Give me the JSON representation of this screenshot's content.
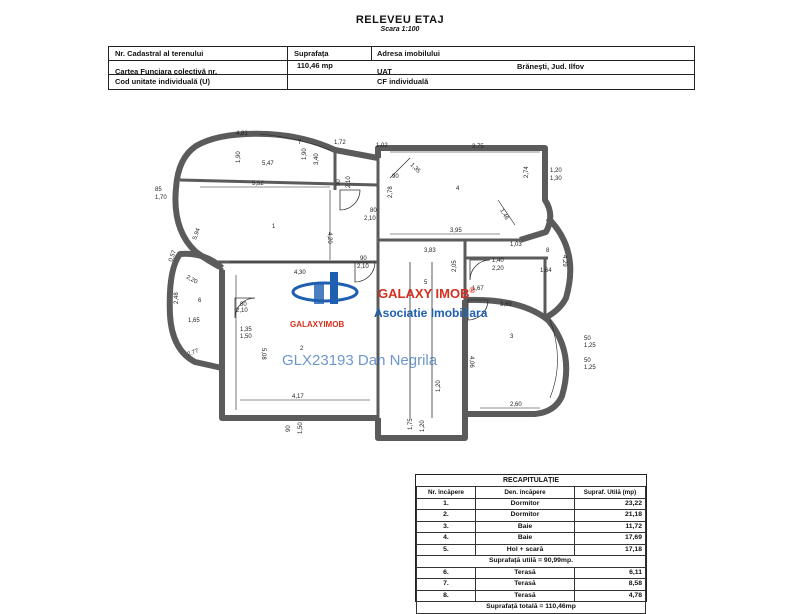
{
  "header": {
    "title": "RELEVEU ETAJ",
    "scale": "Scara 1:100",
    "rows": {
      "cadastral_label": "Nr. Cadastral al terenului",
      "area_label": "Suprafața",
      "address_label": "Adresa imobilului",
      "area_value": "110,46 mp",
      "carte_label": "Cartea Funciara colectivă nr.",
      "uat_label": "UAT",
      "uat_value": "Brănești, Jud. Ilfov",
      "cod_label": "Cod unitate individuală (U)",
      "cf_label": "CF individuală"
    }
  },
  "plan": {
    "rooms": [
      "1",
      "2",
      "3",
      "4",
      "5",
      "6",
      "7",
      "8"
    ],
    "dims": {
      "d481": "4,81",
      "d190a": "1,90",
      "d547": "5,47",
      "d190b": "1,90",
      "d340": "3,40",
      "d172": "1,72",
      "d102": "1,02",
      "d375": "3,75",
      "d135": "1,35",
      "d120": "1,20",
      "d130": "1,30",
      "d274": "2,74",
      "d278": "2,78",
      "d90": "90",
      "d552": "5,52",
      "d80a": "80",
      "d210a": "2,10",
      "d85": "85",
      "d170": "1,70",
      "d420": "4,20",
      "d395": "3,95",
      "d146": "1,46",
      "d80b": "80",
      "d210b": "2,10",
      "d383": "3,83",
      "d103": "1,03",
      "d594": "5,94",
      "d430": "4,30",
      "d90b": "90",
      "d210c": "2,10",
      "d205": "2,05",
      "d140": "1,40",
      "d220": "2,20",
      "d164": "1,64",
      "d429": "4,29",
      "d167": "1,67",
      "d057": "0,57",
      "d220b": "2,20",
      "d248": "2,48",
      "d80c": "80",
      "d210d": "2,10",
      "d165": "1,65",
      "d135b": "1,35",
      "d150": "1,50",
      "d508": "5,08",
      "d406": "4,06",
      "d369": "3,69",
      "d50a": "50",
      "d125a": "1,25",
      "d50b": "50",
      "d125b": "1,25",
      "d277": "2,77",
      "d417": "4,17",
      "d260": "2,60",
      "d120b": "1,20",
      "d90c": "90",
      "d150b": "1,50",
      "d175": "1,75",
      "d120c": "1,20"
    },
    "door_dims": {
      "dd1": "80",
      "dd2": "2,10",
      "dd3": "80",
      "dd4": "2,10"
    }
  },
  "watermark": {
    "brand": "GALAXY IMOB",
    "reg": "®",
    "sub": "Asociatie Imobiliara",
    "small": "GALAXYIMOB",
    "ref": "GLX23193 Dan Negrila"
  },
  "recap": {
    "title": "RECAPITULAȚIE",
    "headers": [
      "Nr. încăpere",
      "Den. încăpere",
      "Supraf. Utilă (mp)"
    ],
    "rows": [
      [
        "1.",
        "Dormitor",
        "23,22"
      ],
      [
        "2.",
        "Dormitor",
        "21,18"
      ],
      [
        "3.",
        "Baie",
        "11,72"
      ],
      [
        "4.",
        "Baie",
        "17,69"
      ],
      [
        "5.",
        "Hol + scară",
        "17,18"
      ]
    ],
    "util_total": "Suprafață utilă = 90,99mp.",
    "terraces": [
      [
        "6.",
        "Terasă",
        "6,11"
      ],
      [
        "7.",
        "Terasă",
        "8,58"
      ],
      [
        "8.",
        "Terasă",
        "4,78"
      ]
    ],
    "grand_total": "Suprafață totală = 110,46mp"
  },
  "colors": {
    "accent": "#1f5fb0",
    "wall": "#5b5b5b",
    "watermark_red": "#d4301f"
  }
}
